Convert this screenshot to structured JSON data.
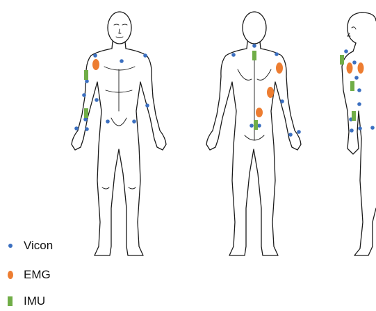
{
  "legend": {
    "items": [
      {
        "label": "Vicon",
        "shape": "dot",
        "color": "#3b6fc0"
      },
      {
        "label": "EMG",
        "shape": "ellipse",
        "color": "#ed7d31"
      },
      {
        "label": "IMU",
        "shape": "rect",
        "color": "#70ad47"
      }
    ]
  },
  "figures": [
    {
      "view": "front"
    },
    {
      "view": "back"
    },
    {
      "view": "side"
    }
  ],
  "colors": {
    "vicon": "#3b6fc0",
    "emg": "#ed7d31",
    "imu": "#70ad47",
    "outline": "#1a1a1a"
  }
}
